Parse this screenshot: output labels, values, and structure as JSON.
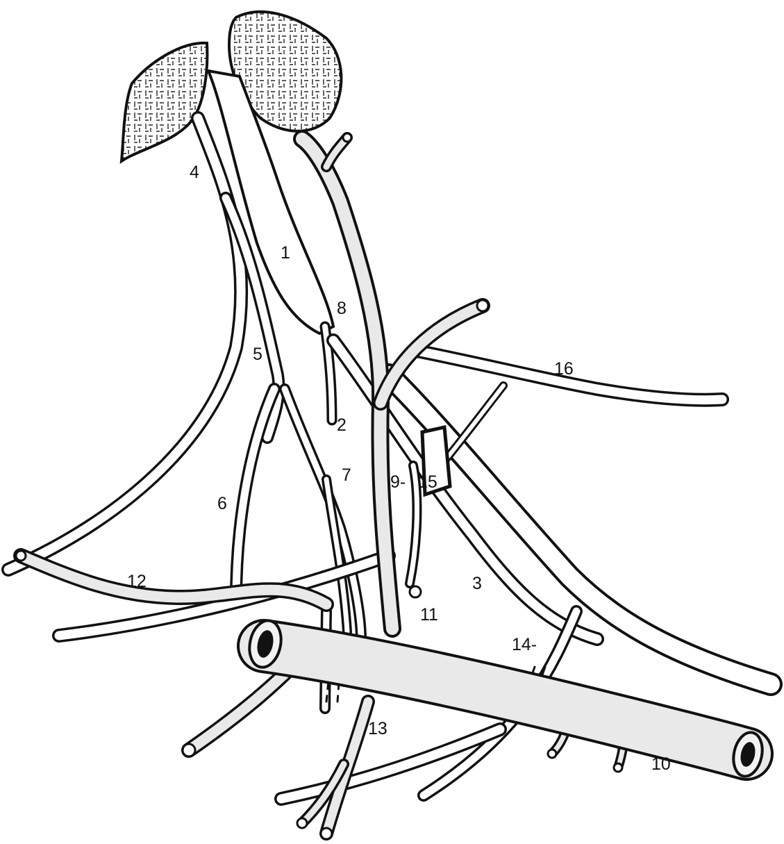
{
  "diagram": {
    "labels": {
      "l1": "1",
      "l2": "2",
      "l3": "3",
      "l4": "4",
      "l5": "5",
      "l6": "6",
      "l7": "7",
      "l8": "8",
      "l9": "9-",
      "l10": "10",
      "l11": "11",
      "l12": "12",
      "l13": "13",
      "l14": "14-",
      "l15": "15",
      "l16": "16"
    }
  }
}
